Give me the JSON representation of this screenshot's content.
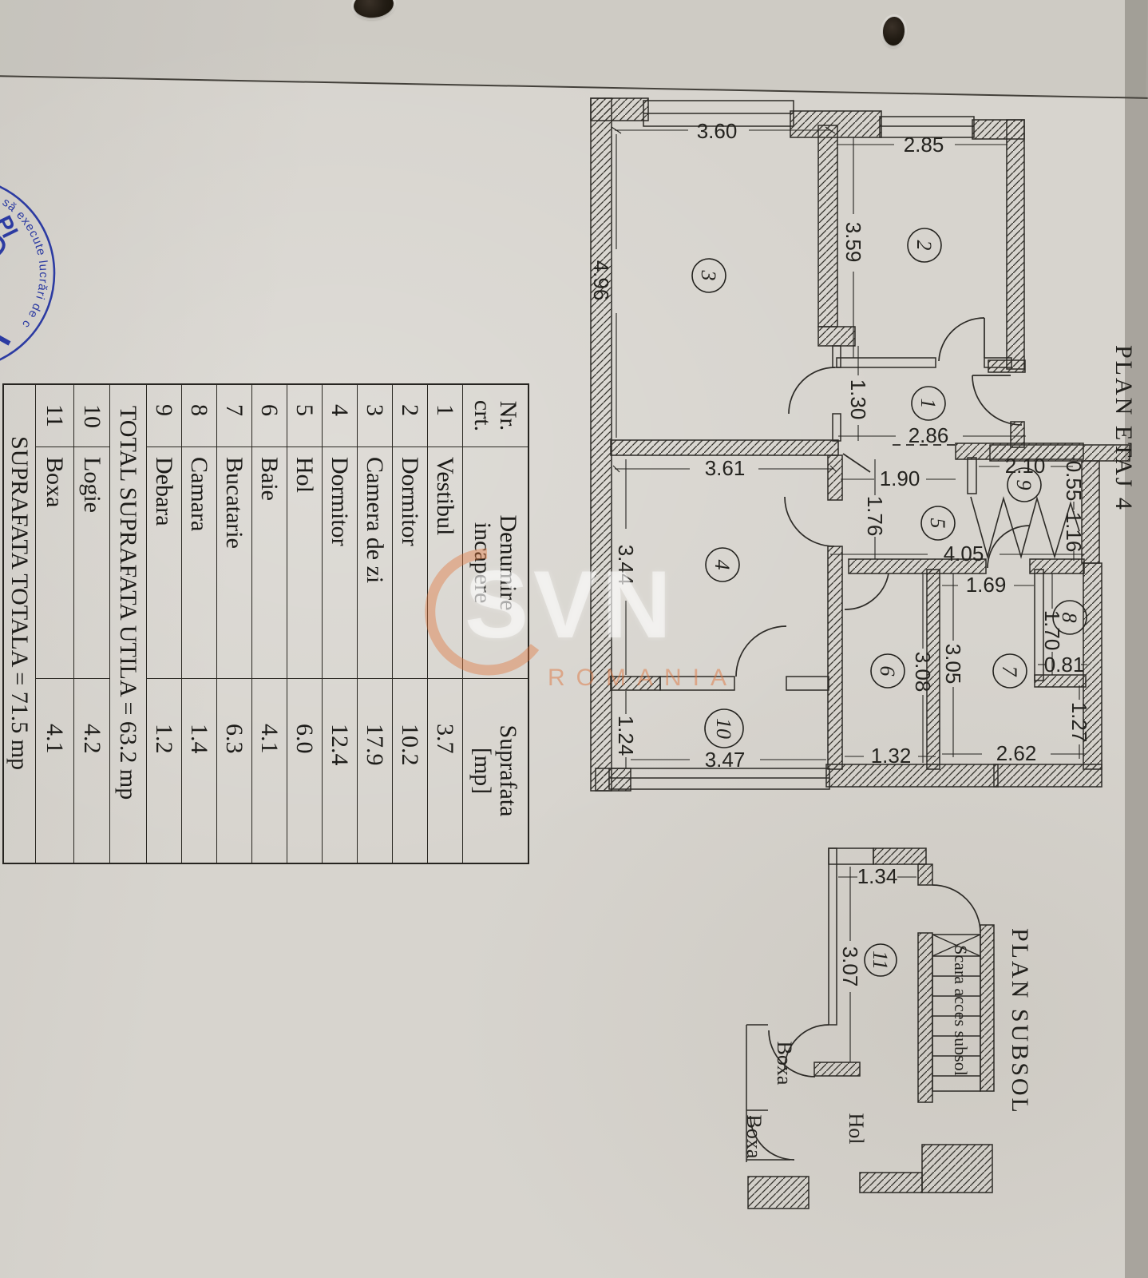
{
  "document": {
    "plan_etaj_title": "PLAN ETAJ 4",
    "plan_subsol_title": "PLAN SUBSOL"
  },
  "table": {
    "header": {
      "nr": "Nr.\ncrt.",
      "name": "Denumire\nincapere",
      "area": "Suprafata\n[mp]"
    },
    "rows_main": [
      {
        "nr": "1",
        "name": "Vestibul",
        "area": "3.7"
      },
      {
        "nr": "2",
        "name": "Dormitor",
        "area": "10.2"
      },
      {
        "nr": "3",
        "name": "Camera de zi",
        "area": "17.9"
      },
      {
        "nr": "4",
        "name": "Dormitor",
        "area": "12.4"
      },
      {
        "nr": "5",
        "name": "Hol",
        "area": "6.0"
      },
      {
        "nr": "6",
        "name": "Baie",
        "area": "4.1"
      },
      {
        "nr": "7",
        "name": "Bucatarie",
        "area": "6.3"
      },
      {
        "nr": "8",
        "name": "Camara",
        "area": "1.4"
      },
      {
        "nr": "9",
        "name": "Debara",
        "area": "1.2"
      }
    ],
    "total_utila": "TOTAL SUPRAFATA UTILA = 63.2 mp",
    "rows_anexe": [
      {
        "nr": "10",
        "name": "Logie",
        "area": "4.2"
      },
      {
        "nr": "11",
        "name": "Boxa",
        "area": "4.1"
      }
    ],
    "total_generala": "SUPRAFATA TOTALA = 71.5 mp"
  },
  "plan_etaj": {
    "rooms": {
      "r1": "1",
      "r2": "2",
      "r3": "3",
      "r4": "4",
      "r5": "5",
      "r6": "6",
      "r7": "7",
      "r8": "8",
      "r9": "9",
      "r10": "10"
    },
    "dims": {
      "d360": "3.60",
      "d285": "2.85",
      "d359": "3.59",
      "d496": "4.96",
      "d130": "1.30",
      "d286": "2.86",
      "d190": "1.90",
      "d176": "1.76",
      "d210": "2.10",
      "d055": "0.55",
      "d116": "1.16",
      "d361": "3.61",
      "d344": "3.44",
      "d405": "4.05",
      "d169": "1.69",
      "d170": "1.70",
      "d081": "0.81",
      "d308": "3.08",
      "d305": "3.05",
      "d127": "1.27",
      "d124": "1.24",
      "d347": "3.47",
      "d132": "1.32",
      "d262": "2.62"
    }
  },
  "plan_subsol": {
    "room": "11",
    "dims": {
      "d134": "1.34",
      "d307": "3.07"
    },
    "labels": {
      "scara": "Scara acces subsol",
      "boxa_1": "Boxa",
      "boxa_2": "Boxa",
      "hol": "Hol"
    }
  },
  "stamp": {
    "logo": "Pl",
    "text": "să execute lucrări de c"
  },
  "watermark": {
    "brand": "SVN",
    "sub": "ROMANIA"
  }
}
